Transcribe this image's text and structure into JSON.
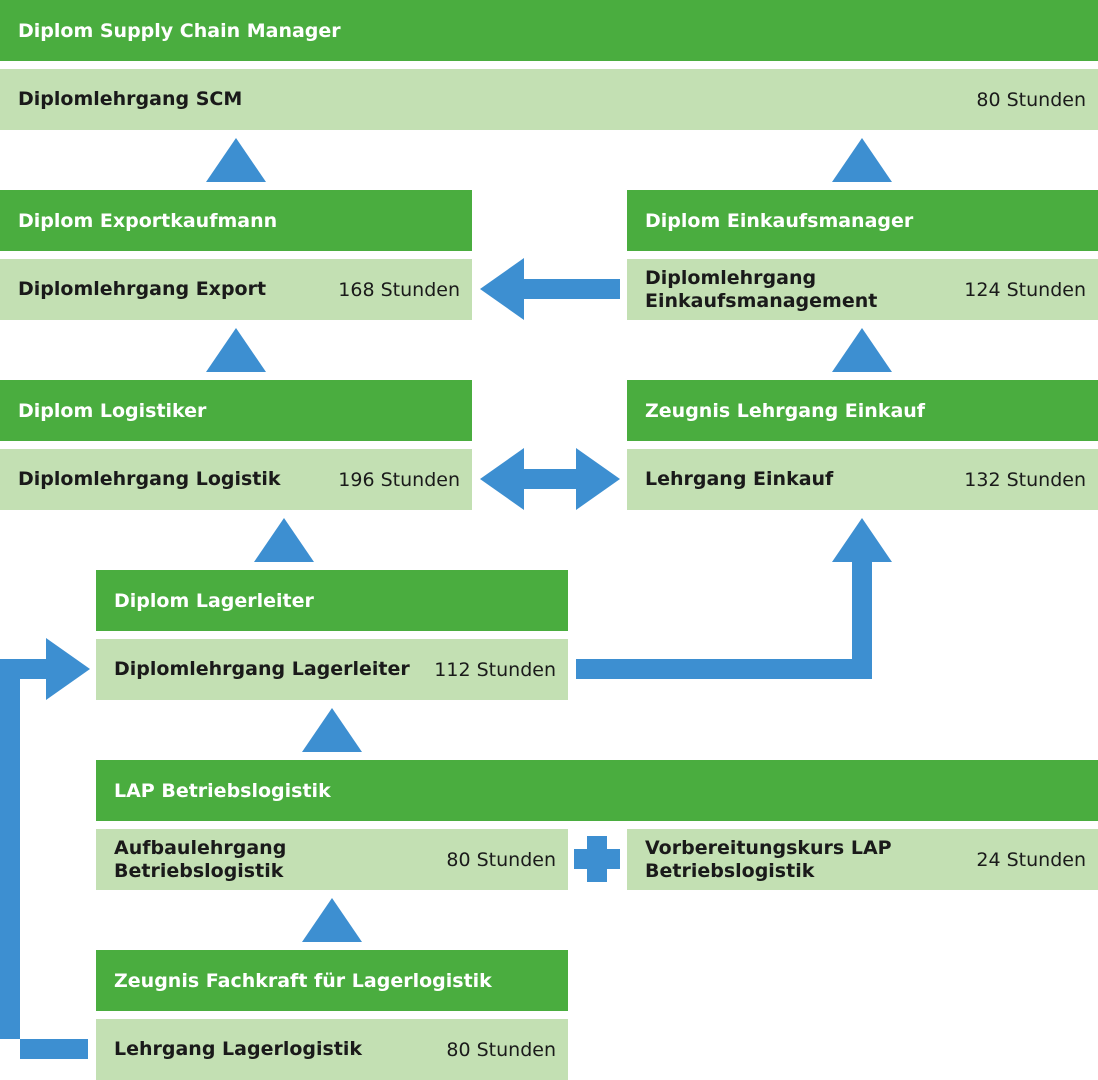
{
  "colors": {
    "dark_green": "#4aad3f",
    "light_green": "#c3e0b3",
    "arrow_blue": "#3d8fd1"
  },
  "boxes": {
    "scm": {
      "header": "Diplom Supply Chain Manager",
      "course": "Diplomlehrgang SCM",
      "hours": "80 Stunden"
    },
    "export": {
      "header": "Diplom Exportkaufmann",
      "course": "Diplomlehrgang Export",
      "hours": "168 Stunden"
    },
    "einkaufsmanager": {
      "header": "Diplom Einkaufsmanager",
      "course_line1": "Diplomlehrgang",
      "course_line2": "Einkaufsmanagement",
      "hours": "124 Stunden"
    },
    "logistiker": {
      "header": "Diplom Logistiker",
      "course": "Diplomlehrgang Logistik",
      "hours": "196 Stunden"
    },
    "einkauf": {
      "header": "Zeugnis Lehrgang Einkauf",
      "course": "Lehrgang Einkauf",
      "hours": "132 Stunden"
    },
    "lagerleiter": {
      "header": "Diplom Lagerleiter",
      "course": "Diplomlehrgang Lagerleiter",
      "hours": "112 Stunden"
    },
    "lap": {
      "header": "LAP Betriebslogistik",
      "course": "Aufbaulehrgang Betriebslogistik",
      "hours": "80 Stunden"
    },
    "vorbereitung": {
      "course_line1": "Vorbereitungskurs LAP",
      "course_line2": "Betriebslogistik",
      "hours": "24 Stunden"
    },
    "fachkraft": {
      "header": "Zeugnis Fachkraft für Lagerlogistik",
      "course": "Lehrgang Lagerlogistik",
      "hours": "80 Stunden"
    }
  },
  "connectors": [
    {
      "kind": "triangle-up",
      "from": "export",
      "to": "scm"
    },
    {
      "kind": "triangle-up",
      "from": "einkaufsmanager",
      "to": "scm"
    },
    {
      "kind": "arrow-left",
      "from": "einkaufsmanager",
      "to": "export"
    },
    {
      "kind": "triangle-up",
      "from": "logistiker",
      "to": "export"
    },
    {
      "kind": "triangle-up",
      "from": "einkauf",
      "to": "einkaufsmanager"
    },
    {
      "kind": "double-arrow",
      "between": [
        "logistiker",
        "einkauf"
      ]
    },
    {
      "kind": "triangle-up",
      "from": "lagerleiter",
      "to": "logistiker"
    },
    {
      "kind": "elbow-arrow",
      "from": "lagerleiter",
      "to": "einkauf"
    },
    {
      "kind": "elbow-arrow",
      "from": "fachkraft",
      "to": "lagerleiter"
    },
    {
      "kind": "triangle-up",
      "from": "lap",
      "to": "lagerleiter"
    },
    {
      "kind": "plus",
      "between": [
        "lap",
        "vorbereitung"
      ]
    },
    {
      "kind": "triangle-up",
      "from": "fachkraft",
      "to": "lap"
    }
  ]
}
